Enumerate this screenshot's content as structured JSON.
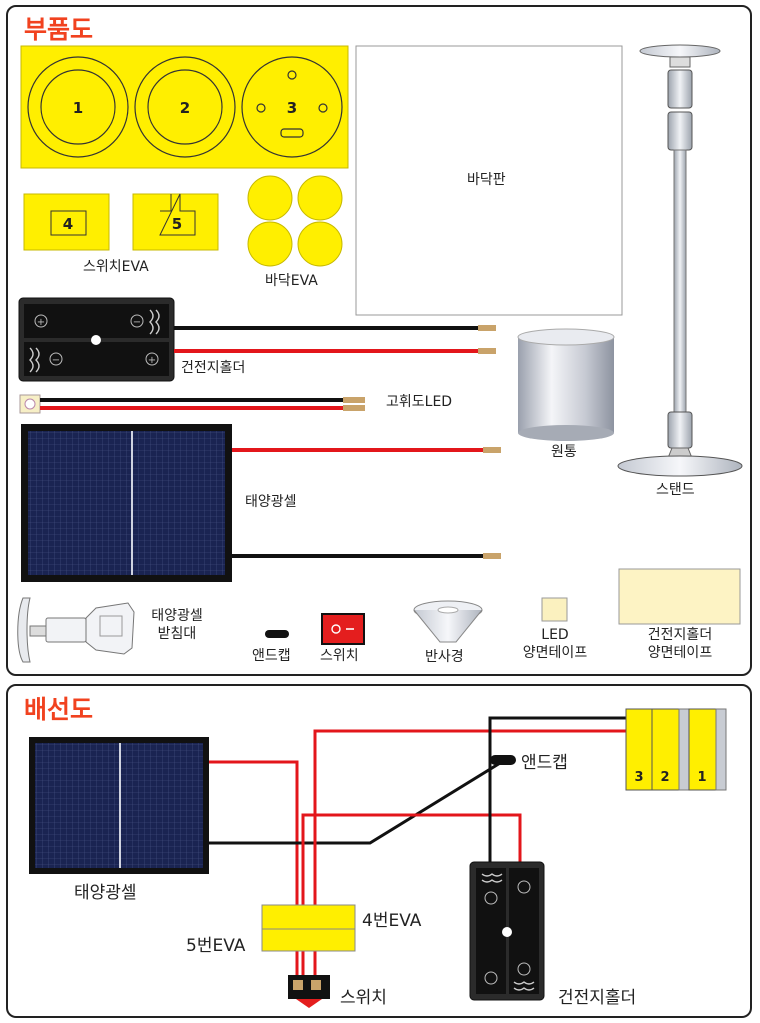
{
  "parts_section": {
    "title": "부품도",
    "eva_numbers": [
      "1",
      "2",
      "3"
    ],
    "switch_eva": {
      "numbers": [
        "4",
        "5"
      ],
      "label": "스위치EVA"
    },
    "bottom_eva_label": "바닥EVA",
    "bottom_plate_label": "바닥판",
    "stand_label": "스탠드",
    "battery_holder_label": "건전지홀더",
    "led_label": "고휘도LED",
    "cylinder_label": "원통",
    "solar_cell_label": "태양광셀",
    "solar_stand_label": [
      "태양광셀",
      "받침대"
    ],
    "end_cap_label": "앤드캡",
    "switch_label": "스위치",
    "reflector_label": "반사경",
    "led_tape_label": [
      "LED",
      "양면테이프"
    ],
    "holder_tape_label": [
      "건전지홀더",
      "양면테이프"
    ]
  },
  "wiring_section": {
    "title": "배선도",
    "solar_cell_label": "태양광셀",
    "end_cap_label": "앤드캡",
    "eva4_label": "4번EVA",
    "eva5_label": "5번EVA",
    "switch_label": "스위치",
    "battery_holder_label": "건전지홀더",
    "stack_numbers": [
      "3",
      "2",
      "1"
    ]
  },
  "colors": {
    "heading": "#f1421f",
    "eva_yellow": "#ffef00",
    "wire_red": "#e3161b",
    "wire_black": "#111111",
    "solar_blue": "#1a2452",
    "switch_red": "#e41e1e"
  }
}
